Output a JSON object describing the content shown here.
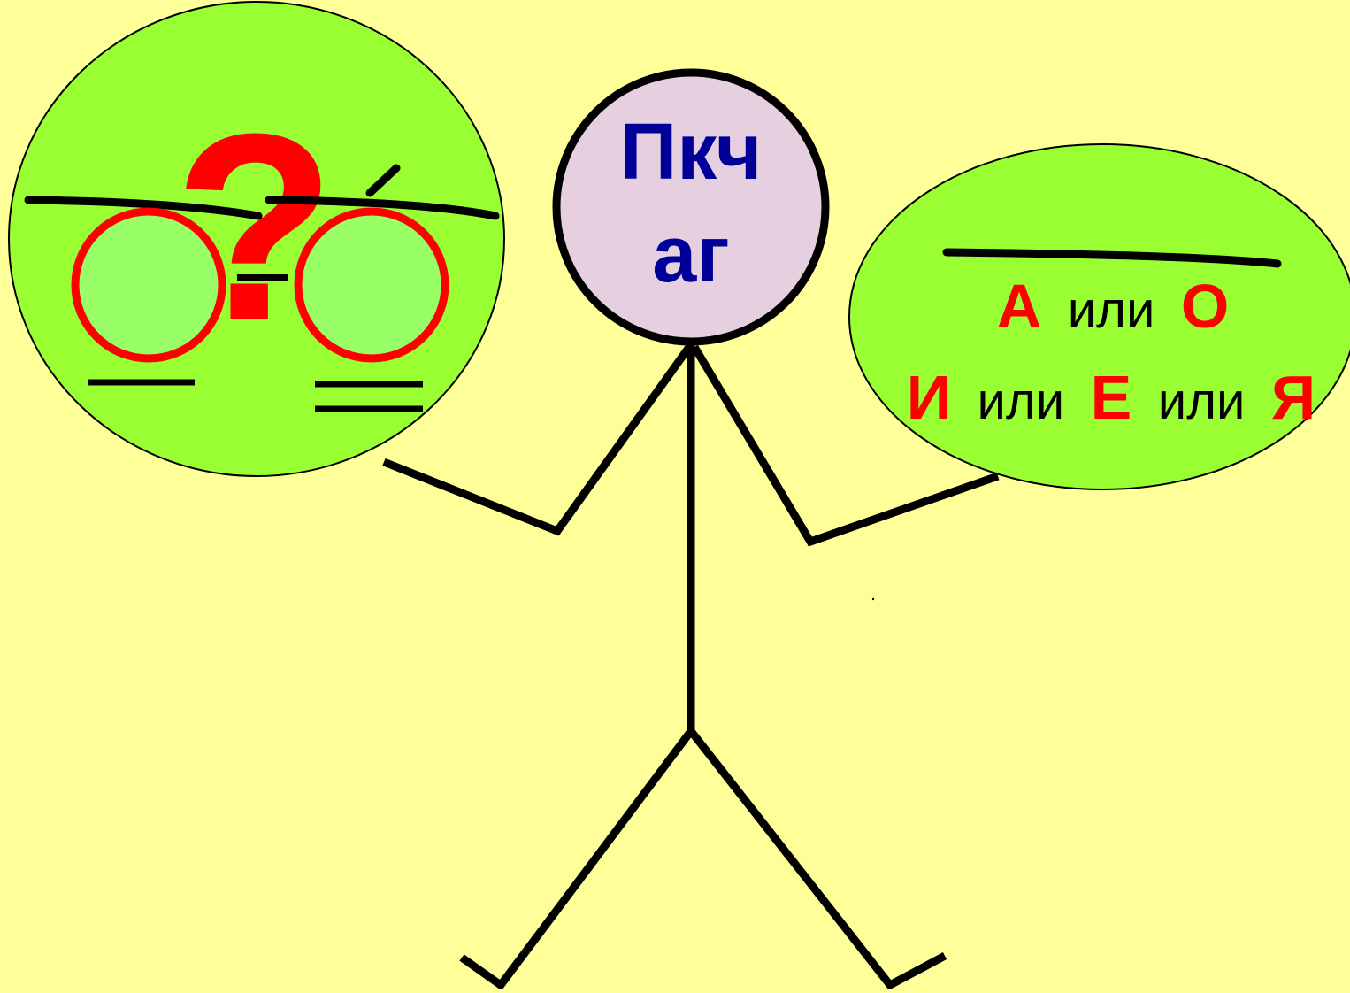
{
  "colors": {
    "background": "#ffff99",
    "bubble_fill": "#99ff33",
    "head_fill": "#e6d0e0",
    "head_text": "#000099",
    "accent_red": "#ff0000",
    "inner_circle_fill": "#99ff66",
    "stroke": "#000000"
  },
  "head": {
    "line1": "Пкч",
    "line2": "аг"
  },
  "left_bubble": {
    "question_mark": "?"
  },
  "right_bubble": {
    "row1": {
      "letter_a": "А",
      "or_1": "или",
      "letter_o": "О"
    },
    "row2": {
      "letter_i": "И",
      "or_1": "или",
      "letter_e": "Е",
      "or_2": "или",
      "letter_ya": "Я"
    }
  }
}
